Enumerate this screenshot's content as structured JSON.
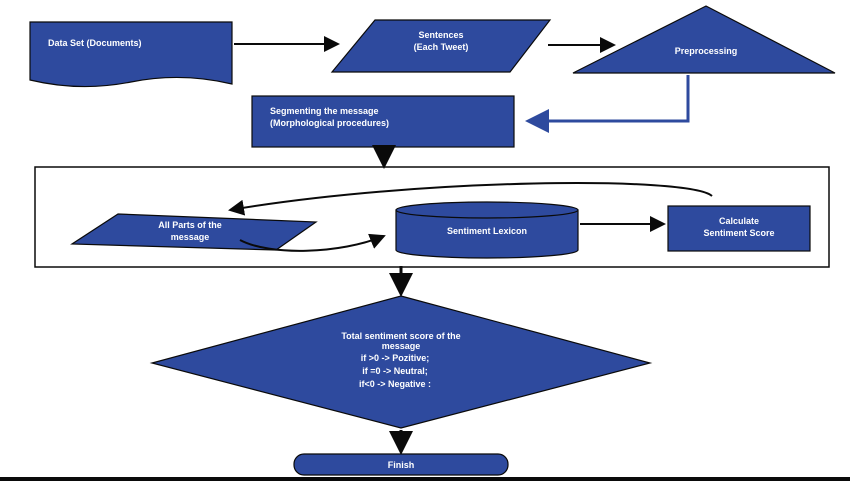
{
  "nodes": {
    "dataset": {
      "label": "Data Set (Documents)"
    },
    "sentences": {
      "line1": "Sentences",
      "line2": "(Each Tweet)"
    },
    "preprocessing": {
      "label": "Preprocessing"
    },
    "segmenting": {
      "line1": "Segmenting the message",
      "line2": "(Morphological procedures)"
    },
    "all_parts": {
      "line1": "All Parts of the",
      "line2": "message"
    },
    "lexicon": {
      "label": "Sentiment Lexicon"
    },
    "calculate": {
      "line1": "Calculate",
      "line2": "Sentiment Score"
    },
    "decision": {
      "line1": "Total sentiment score of the",
      "line2": "message",
      "line3": "if >0 -> Pozitive;",
      "line4": "if =0 -> Neutral;",
      "line5": "if<0 -> Negative :"
    },
    "finish": {
      "label": "Finish"
    }
  },
  "colors": {
    "shape_fill": "#2e4a9e",
    "stroke": "#0a0a0a",
    "text": "#ffffff",
    "arrow": "#0a0a0a",
    "blue_arrow": "#2e4a9e"
  }
}
